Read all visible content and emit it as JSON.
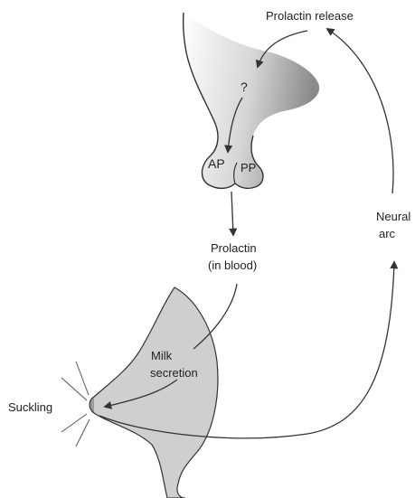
{
  "labels": {
    "prolactin_release": "Prolactin release",
    "question_mark": "?",
    "ap": "AP",
    "pp": "PP",
    "neural": "Neural",
    "arc": "arc",
    "prolactin": "Prolactin",
    "in_blood": "(in blood)",
    "milk": "Milk",
    "secretion": "secretion",
    "suckling": "Suckling"
  },
  "colors": {
    "line": "#333333",
    "text": "#222222",
    "breast_fill": "#cfcfcf",
    "brain_dark": "#8a8a8a",
    "brain_light": "#ffffff"
  }
}
